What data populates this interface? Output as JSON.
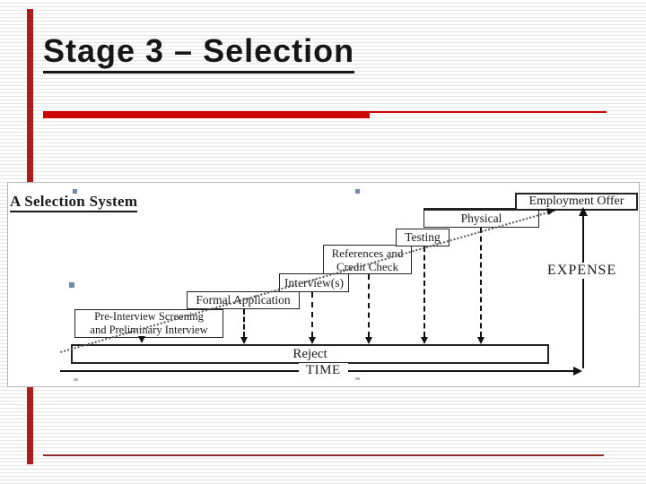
{
  "slide": {
    "title": "Stage 3 – Selection"
  },
  "diagram": {
    "heading": "A Selection System",
    "boxes": [
      {
        "name": "pre-interview-screening",
        "line1": "Pre-Interview Screening",
        "line2": "and Preliminary Interview"
      },
      {
        "name": "formal-application",
        "label": "Formal Application"
      },
      {
        "name": "interviews",
        "label": "Interview(s)"
      },
      {
        "name": "references-credit-check",
        "line1": "References and",
        "line2": "Credit Check"
      },
      {
        "name": "testing",
        "label": "Testing"
      },
      {
        "name": "physical",
        "label": "Physical"
      },
      {
        "name": "employment-offer",
        "label": "Employment Offer"
      }
    ],
    "reject_label": "Reject",
    "time_label": "TIME",
    "expense_label": "EXPENSE"
  },
  "colors": {
    "accent_red": "#cc0505",
    "footer_maroon": "#8e2727",
    "left_strip_red": "#ac1d1d",
    "handle_blue": "#6d8cae",
    "pinstripe_gray": "#e4e4e6",
    "ink": "#1a1a1a"
  }
}
